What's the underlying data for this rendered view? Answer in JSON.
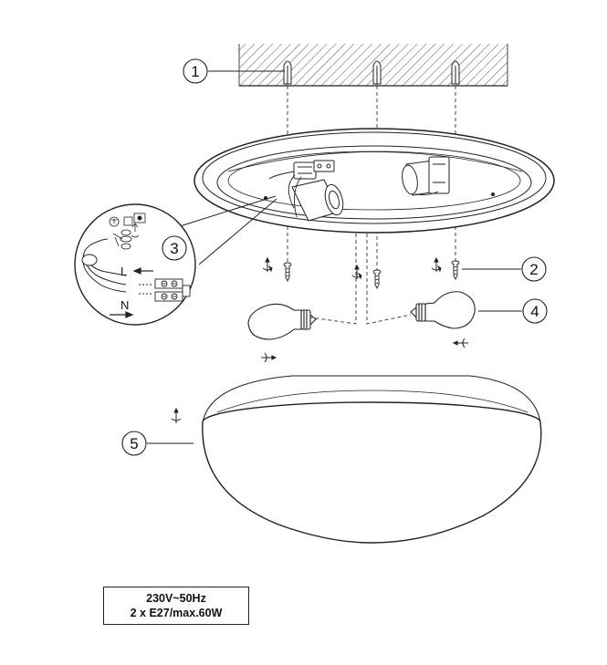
{
  "callouts": [
    {
      "num": "1"
    },
    {
      "num": "2"
    },
    {
      "num": "3"
    },
    {
      "num": "4"
    },
    {
      "num": "5"
    }
  ],
  "wiring": {
    "live_label": "L",
    "neutral_label": "N"
  },
  "spec": {
    "line1": "230V~50Hz",
    "line2": "2 x E27/max.60W"
  }
}
